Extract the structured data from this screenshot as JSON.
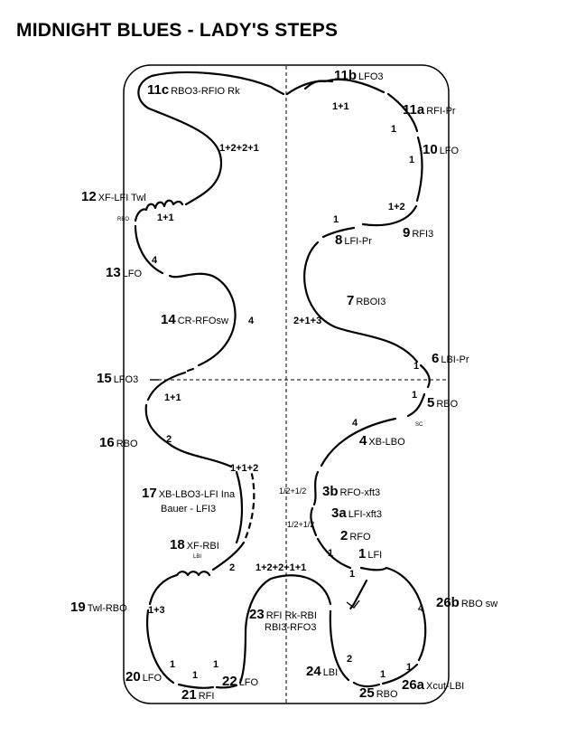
{
  "title": "MIDNIGHT BLUES - LADY'S STEPS",
  "labels": [
    {
      "id": "11c",
      "num": "11c",
      "desc": "RBO3-RFIO Rk"
    },
    {
      "id": "11b",
      "num": "11b",
      "desc": "LFO3"
    },
    {
      "id": "11a",
      "num": "11a",
      "desc": "RFI-Pr"
    },
    {
      "id": "10",
      "num": "10",
      "desc": "LFO"
    },
    {
      "id": "12",
      "num": "12",
      "desc": "XF-LFI Twl"
    },
    {
      "id": "9",
      "num": "9",
      "desc": "RFI3"
    },
    {
      "id": "8",
      "num": "8",
      "desc": "LFI-Pr"
    },
    {
      "id": "13",
      "num": "13",
      "desc": "LFO"
    },
    {
      "id": "7",
      "num": "7",
      "desc": "RBOI3"
    },
    {
      "id": "14",
      "num": "14",
      "desc": "CR-RFOsw"
    },
    {
      "id": "6",
      "num": "6",
      "desc": "LBI-Pr"
    },
    {
      "id": "15",
      "num": "15",
      "desc": "LFO3"
    },
    {
      "id": "5",
      "num": "5",
      "desc": "RBO"
    },
    {
      "id": "16",
      "num": "16",
      "desc": "RBO"
    },
    {
      "id": "4",
      "num": "4",
      "desc": "XB-LBO"
    },
    {
      "id": "17",
      "num": "17",
      "desc": "XB-LBO3-LFI Ina"
    },
    {
      "id": "3b",
      "num": "3b",
      "desc": "RFO-xft3"
    },
    {
      "id": "3a",
      "num": "3a",
      "desc": "LFI-xft3"
    },
    {
      "id": "2",
      "num": "2",
      "desc": "RFO"
    },
    {
      "id": "18",
      "num": "18",
      "desc": "XF-RBI"
    },
    {
      "id": "1",
      "num": "1",
      "desc": "LFI"
    },
    {
      "id": "19",
      "num": "19",
      "desc": "Twl-RBO"
    },
    {
      "id": "26b",
      "num": "26b",
      "desc": "RBO sw"
    },
    {
      "id": "23",
      "num": "23",
      "desc": "RFI Rk-RBI"
    },
    {
      "id": "20",
      "num": "20",
      "desc": "LFO"
    },
    {
      "id": "22",
      "num": "22",
      "desc": "LFO"
    },
    {
      "id": "24",
      "num": "24",
      "desc": "LBI"
    },
    {
      "id": "26a",
      "num": "26a",
      "desc": "Xcut-LBI"
    },
    {
      "id": "21",
      "num": "21",
      "desc": "RFI"
    },
    {
      "id": "25",
      "num": "25",
      "desc": "RBO"
    }
  ],
  "extra_text": {
    "bauer": "Bauer - LFI3",
    "rbi3": "RBI3-RFO3",
    "rbo_small": "RBO",
    "lbi_small": "LBI",
    "sc_small": "SC"
  },
  "counts": [
    {
      "id": "c1",
      "text": "1+1"
    },
    {
      "id": "c2",
      "text": "1"
    },
    {
      "id": "c3",
      "text": "1"
    },
    {
      "id": "c4",
      "text": "1+2+2+1"
    },
    {
      "id": "c5",
      "text": "1+1"
    },
    {
      "id": "c6",
      "text": "1+2"
    },
    {
      "id": "c7",
      "text": "1"
    },
    {
      "id": "c8",
      "text": "4"
    },
    {
      "id": "c9",
      "text": "4"
    },
    {
      "id": "c10",
      "text": "2+1+3"
    },
    {
      "id": "c11",
      "text": "1"
    },
    {
      "id": "c12",
      "text": "1+1"
    },
    {
      "id": "c13",
      "text": "1"
    },
    {
      "id": "c14",
      "text": "2"
    },
    {
      "id": "c15",
      "text": "4"
    },
    {
      "id": "c16",
      "text": "1+1+2"
    },
    {
      "id": "c17",
      "text": "1/2+1/2"
    },
    {
      "id": "c18",
      "text": "1/2+1/2"
    },
    {
      "id": "c19",
      "text": "1"
    },
    {
      "id": "c20",
      "text": "1+2+2+1+1"
    },
    {
      "id": "c21",
      "text": "2"
    },
    {
      "id": "c22",
      "text": "1"
    },
    {
      "id": "c23",
      "text": "1+3"
    },
    {
      "id": "c24",
      "text": "4"
    },
    {
      "id": "c25",
      "text": "1"
    },
    {
      "id": "c26",
      "text": "1"
    },
    {
      "id": "c27",
      "text": "1"
    },
    {
      "id": "c28",
      "text": "2"
    },
    {
      "id": "c29",
      "text": "1"
    },
    {
      "id": "c30",
      "text": "1"
    }
  ]
}
